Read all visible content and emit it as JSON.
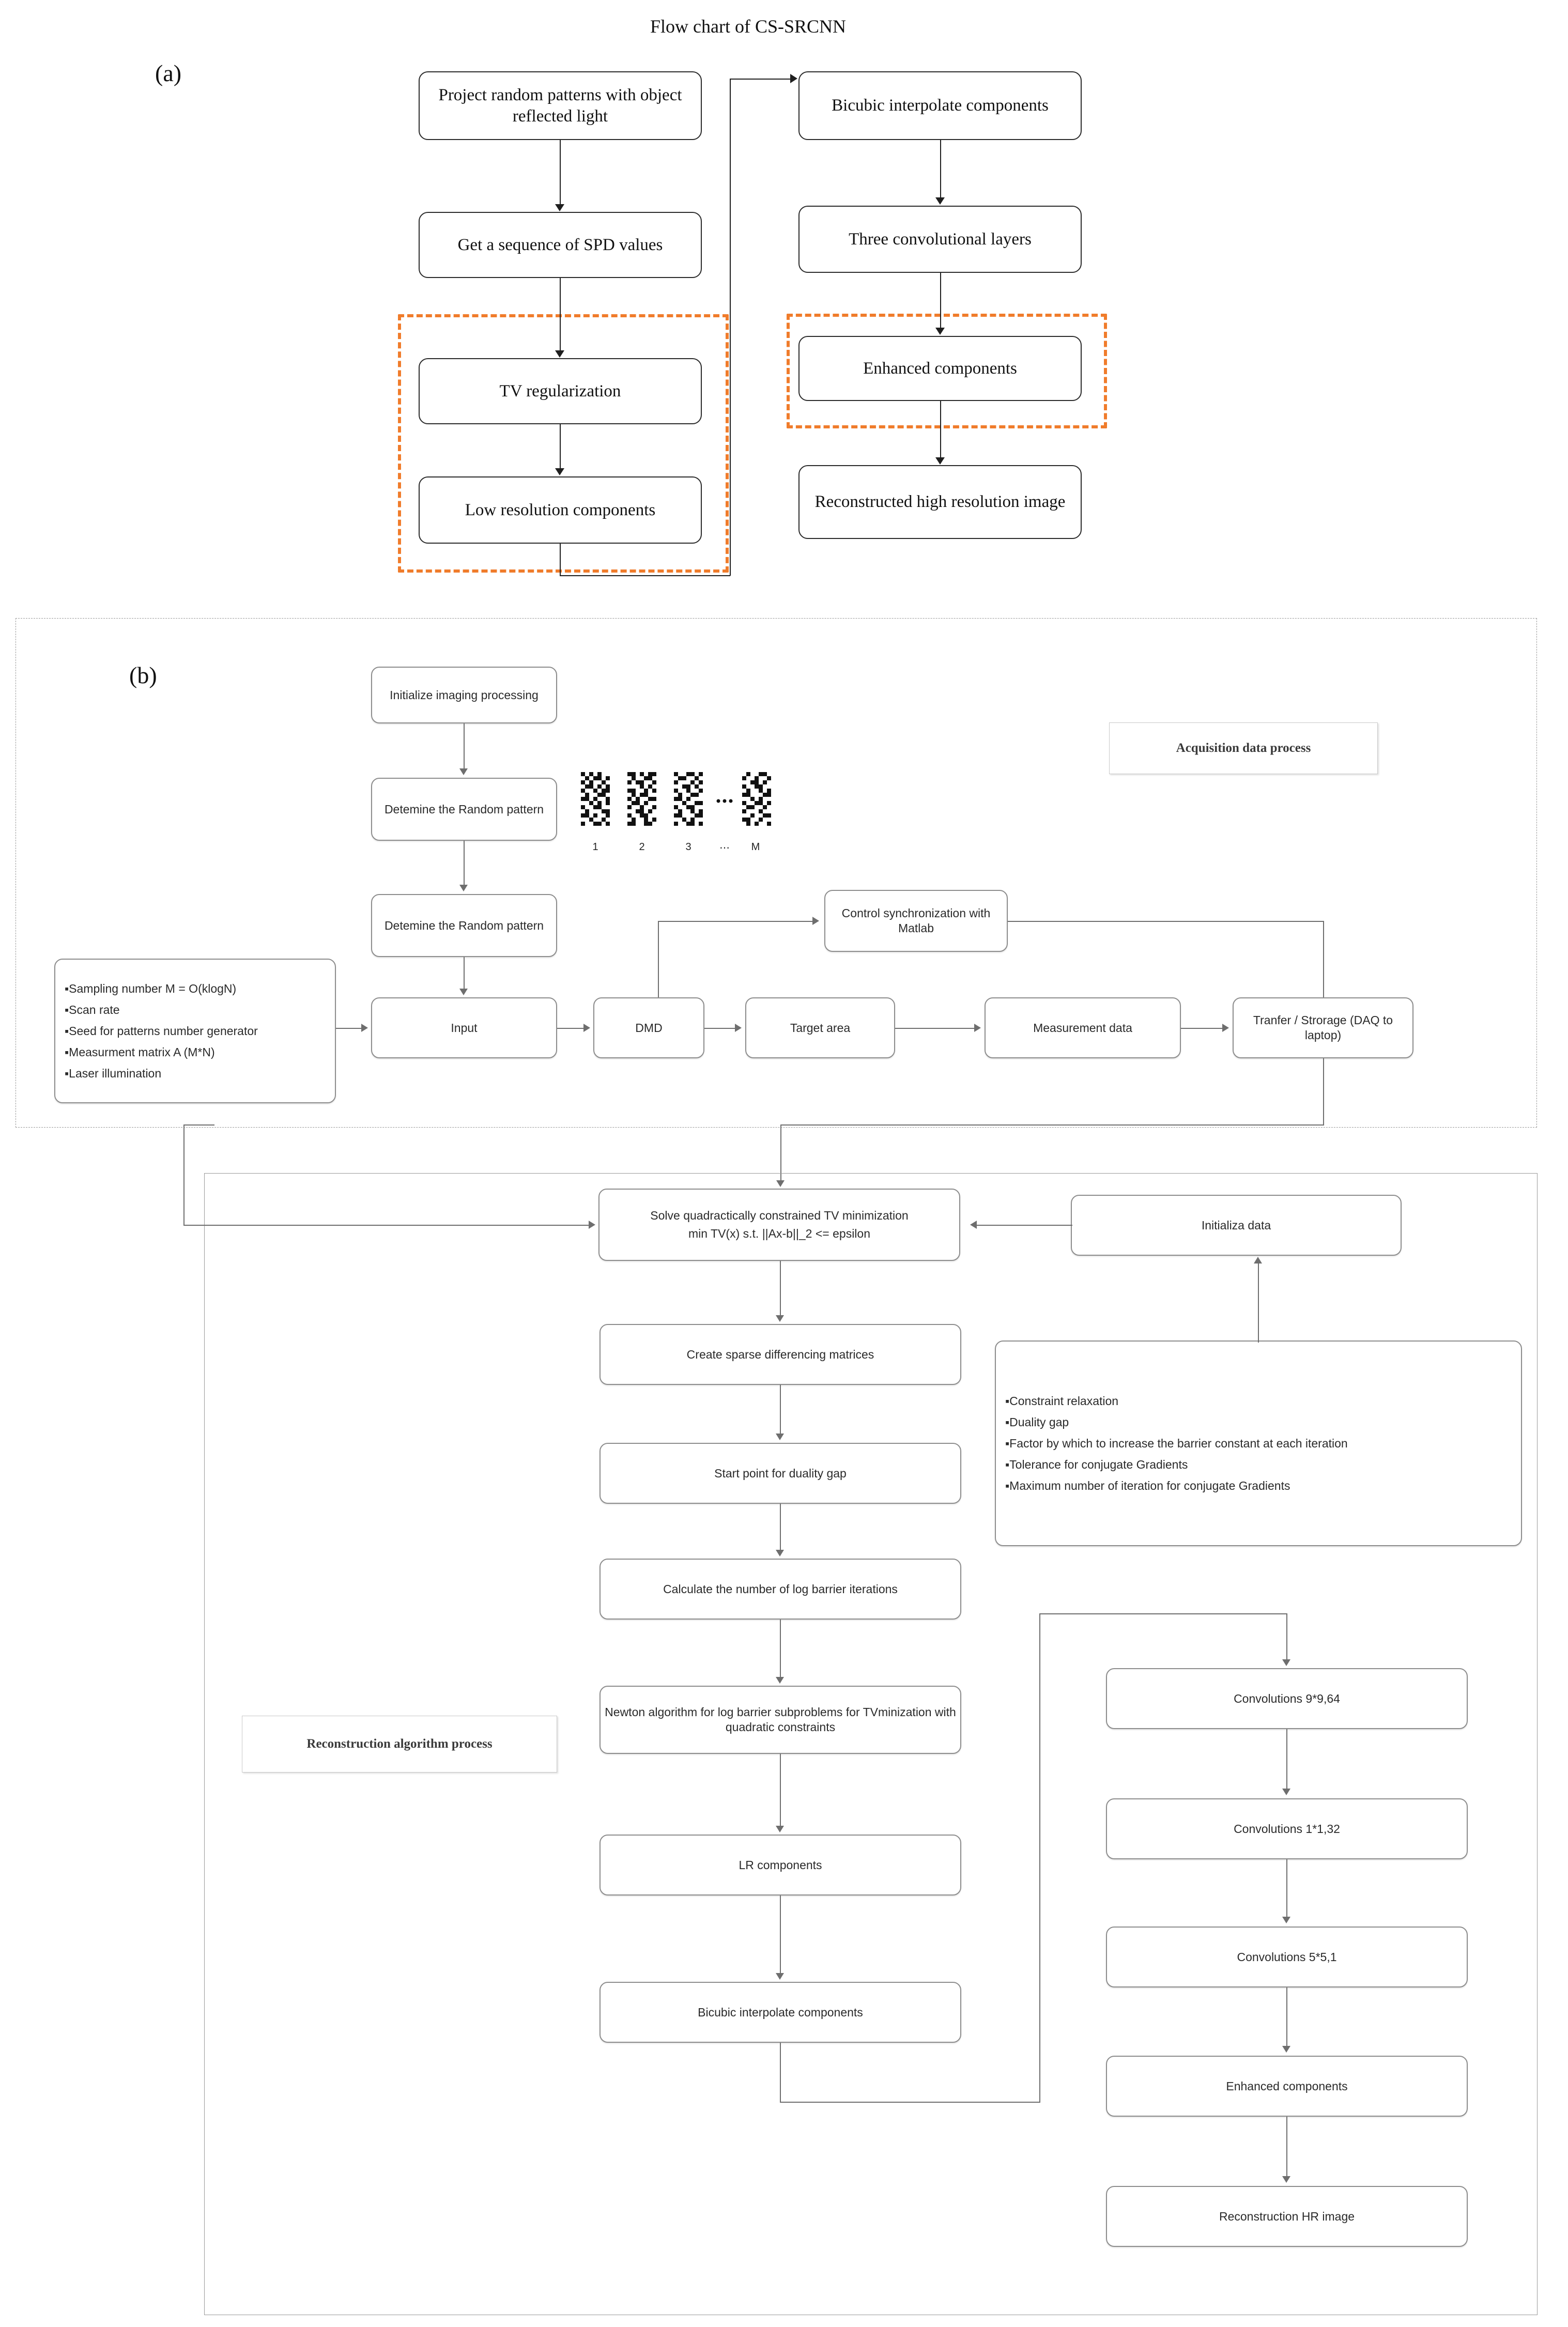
{
  "figure": {
    "title": "Flow chart of CS-SRCNN",
    "panel_a_label": "(a)",
    "panel_b_label": "(b)",
    "accent_dashed_color": "#F07C2B",
    "box_border_color_a": "#2b2b2b",
    "box_border_color_b": "#8d8d8d"
  },
  "panel_a": {
    "left_column": [
      {
        "id": "project-random-patterns",
        "text": "Project random patterns with object reflected light"
      },
      {
        "id": "get-spd-values",
        "text": "Get a sequence of SPD values"
      },
      {
        "id": "tv-regularization",
        "text": "TV regularization"
      },
      {
        "id": "low-resolution-components",
        "text": "Low resolution components"
      }
    ],
    "right_column": [
      {
        "id": "bicubic-interpolate-components",
        "text": "Bicubic interpolate components"
      },
      {
        "id": "three-convolutional-layers",
        "text": "Three convolutional layers"
      },
      {
        "id": "enhanced-components",
        "text": "Enhanced components"
      },
      {
        "id": "reconstructed-high-resolution-image",
        "text": "Reconstructed high resolution image"
      }
    ]
  },
  "panel_b": {
    "legends": {
      "acquisition": "Acquisition data process",
      "reconstruction": "Reconstruction algorithm process"
    },
    "acquisition": {
      "initialize": "Initialize imaging processing",
      "determine_1": "Detemine the Random pattern",
      "determine_2": "Detemine the Random pattern",
      "control_sync": "Control synchronization with Matlab",
      "input": "Input",
      "dmd": "DMD",
      "target_area": "Target area",
      "measurement_data": "Measurement data",
      "transfer": "Tranfer / Strorage (DAQ to laptop)",
      "parameters": [
        "Sampling number  M = O(klogN)",
        "Scan rate",
        "Seed for patterns number generator",
        "Measurment matrix A (M*N)",
        "Laser illumination"
      ],
      "pattern_labels": [
        "1",
        "2",
        "3",
        "⋯",
        "M"
      ]
    },
    "reconstruction": {
      "solve_tv": "Solve quadractically constrained TV minimization",
      "solve_tv_eq": "min TV(x)  s.t.  ||Ax-b||_2 <= epsilon",
      "initializa_data": "Initializa data",
      "init_params": [
        "Constraint relaxation",
        "Duality gap",
        "Factor by which to increase the barrier constant at each iteration",
        "Tolerance for conjugate Gradients",
        "Maximum number of iteration for conjugate Gradients"
      ],
      "steps": [
        "Create sparse differencing matrices",
        "Start point for duality gap",
        "Calculate the number of log barrier iterations",
        "Newton algorithm for log barrier subproblems for TVminization with quadratic constraints",
        "LR components",
        "Bicubic interpolate components"
      ],
      "cnn": [
        "Convolutions 9*9,64",
        "Convolutions 1*1,32",
        "Convolutions 5*5,1",
        "Enhanced components",
        "Reconstruction HR image"
      ]
    }
  }
}
